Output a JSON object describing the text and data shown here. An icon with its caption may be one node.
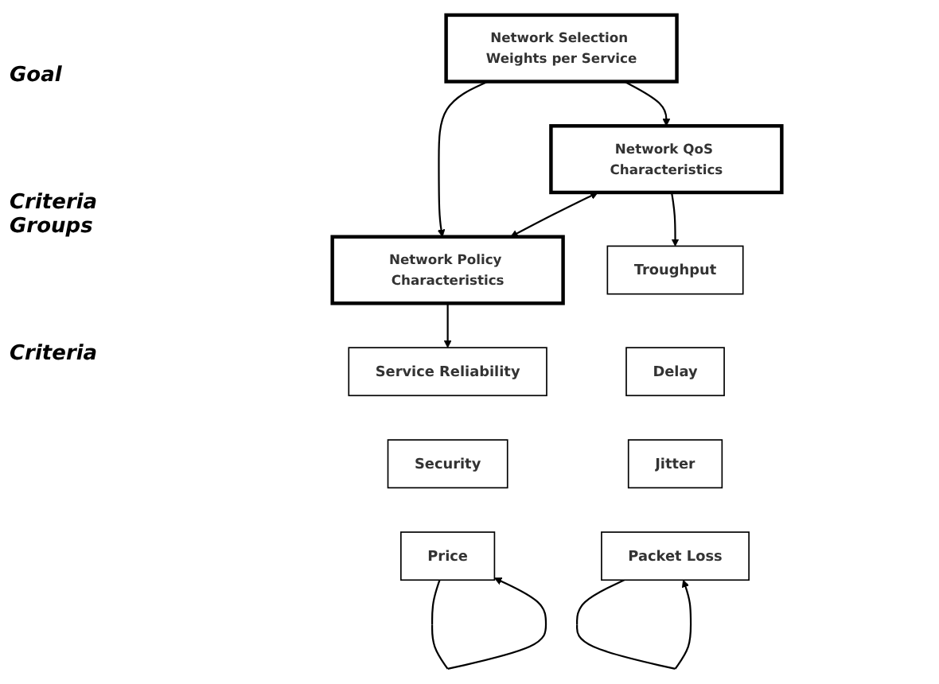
{
  "diagram": {
    "nodes": [
      {
        "text": [
          "Network Selection Weights per Service"
        ]
      },
      {
        "text": [
          "Network QoS Characteristics"
        ]
      },
      {
        "text": [
          "Network Policy Characteristics"
        ]
      },
      {
        "text": [
          "Troughput"
        ]
      },
      {
        "text": [
          "Delay"
        ]
      },
      {
        "text": [
          "Jitter"
        ]
      },
      {
        "text": [
          "Packet Loss"
        ]
      },
      {
        "text": [
          "Service Reliability"
        ]
      },
      {
        "text": [
          "Security"
        ]
      },
      {
        "text": [
          "Price"
        ]
      }
    ],
    "edges": [
      {
        "from": 0,
        "to": 1,
        "arrow": "to"
      },
      {
        "from": 0,
        "to": 2,
        "arrow": "to"
      },
      {
        "from": 1,
        "to": 2,
        "arrow": "both"
      },
      {
        "from": 1,
        "to": 3,
        "arrow": "to"
      },
      {
        "from": 2,
        "to": 7,
        "arrow": "to"
      },
      {
        "from": 6,
        "to": 6,
        "arrow": "to"
      },
      {
        "from": 9,
        "to": 9,
        "arrow": "to"
      }
    ],
    "labels": [
      "Goal",
      "Criteria Groups",
      "Criteria"
    ]
  }
}
